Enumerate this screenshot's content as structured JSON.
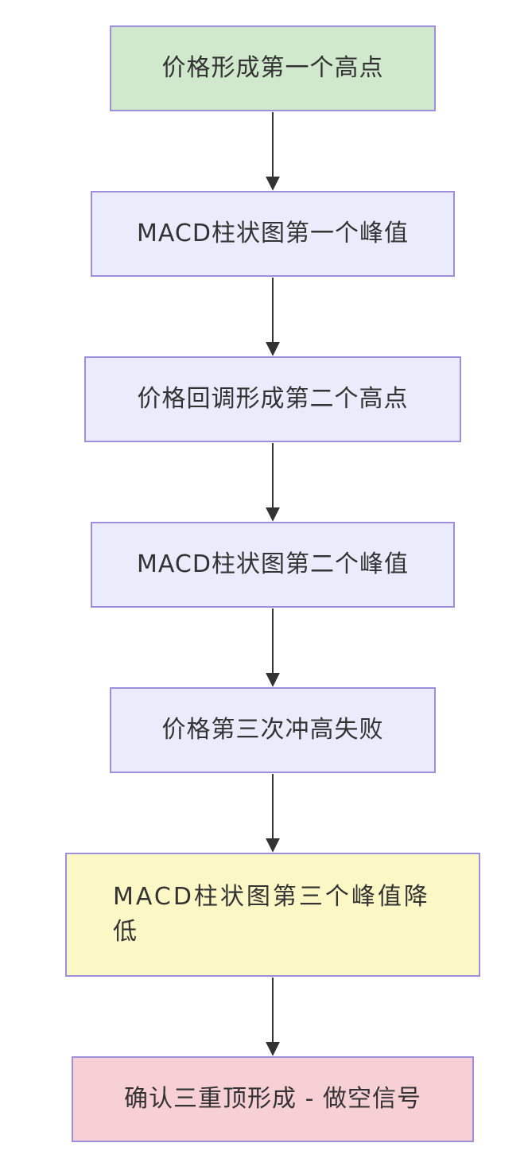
{
  "diagram": {
    "nodes": [
      {
        "text": "价格形成第一个高点",
        "fill": "#d0e8cc"
      },
      {
        "text": "MACD柱状图第一个峰值",
        "fill": "#ebebfb"
      },
      {
        "text": "价格回调形成第二个高点",
        "fill": "#ebebfb"
      },
      {
        "text": "MACD柱状图第二个峰值",
        "fill": "#ebebfb"
      },
      {
        "text": "价格第三次冲高失败",
        "fill": "#ebebfb"
      },
      {
        "text": "MACD柱状图第三个峰值降低",
        "fill": "#fcf8c6"
      },
      {
        "text": "确认三重顶形成 - 做空信号",
        "fill": "#f7d0d6"
      }
    ],
    "edges": [
      {
        "from": 0,
        "to": 1
      },
      {
        "from": 1,
        "to": 2
      },
      {
        "from": 2,
        "to": 3
      },
      {
        "from": 3,
        "to": 4
      },
      {
        "from": 4,
        "to": 5
      },
      {
        "from": 5,
        "to": 6
      }
    ],
    "border_color": "#9d8fdc",
    "edge_color": "#333333"
  }
}
